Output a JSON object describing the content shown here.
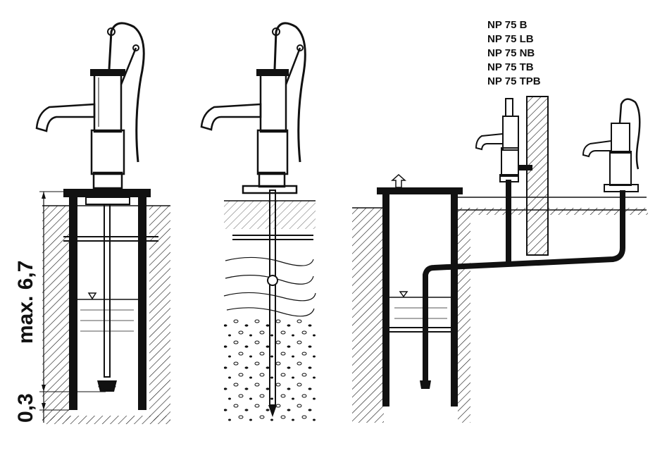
{
  "dimensions": {
    "max_depth_label": "max. 6,7",
    "bottom_clearance_label": "0,3"
  },
  "model_list": [
    "NP 75 B",
    "NP 75 LB",
    "NP 75 NB",
    "NP 75 TB",
    "NP 75 TPB"
  ],
  "colors": {
    "ink": "#111111",
    "background": "#ffffff",
    "water_line": "#555555"
  },
  "icons": [
    "hand-pump-icon",
    "water-level-triangle-icon",
    "foot-valve-icon"
  ]
}
